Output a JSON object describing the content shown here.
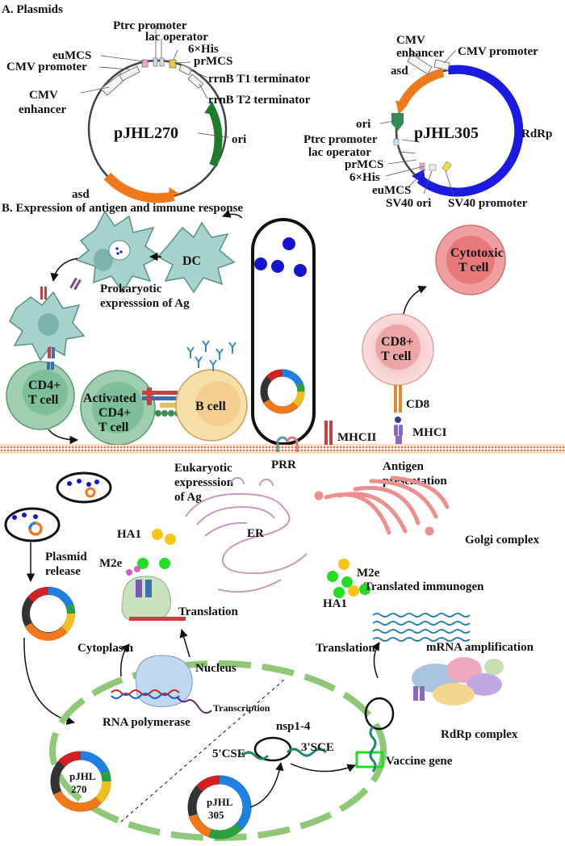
{
  "section_a": {
    "title": "A. Plasmids",
    "p270": {
      "name": "pJHL270",
      "labels": {
        "ptrc": "Ptrc promoter",
        "lac": "lac operator",
        "his": "6×His",
        "prmcs": "prMCS",
        "rrnb1": "rrnB T1 terminator",
        "rrnb2": "rrnB T2 terminator",
        "eumcs": "euMCS",
        "cmvp": "CMV promoter",
        "cmve1": "CMV",
        "cmve2": "enhancer",
        "ori": "ori",
        "asd": "asd"
      }
    },
    "p305": {
      "name": "pJHL305",
      "labels": {
        "cmve1": "CMV",
        "cmve2": "enhancer",
        "cmvp": "CMV promoter",
        "asd": "asd",
        "ori": "ori",
        "ptrc": "Ptrc promoter",
        "lac": "lac operator",
        "prmcs": "prMCS",
        "his": "6×His",
        "eumcs": "euMCS",
        "sv40ori": "SV40 ori",
        "sv40p": "SV40 promoter",
        "rdrp": "RdRp"
      }
    }
  },
  "section_b": {
    "title": "B. Expression of antigen and immune response",
    "dc": "DC",
    "prok1": "Prokaryotic",
    "prok2": "expresssion of Ag",
    "cd4_1": "CD4+",
    "cd4_2": "T cell",
    "act1": "Activated",
    "act2": "CD4+",
    "act3": "T cell",
    "bcell": "B cell",
    "mhcii": "MHCII",
    "prr": "PRR",
    "cd8_1": "CD8+",
    "cd8_2": "T cell",
    "cd8": "CD8",
    "mhci": "MHCI",
    "cyto1": "Cytotoxic",
    "cyto2": "T cell",
    "euk1": "Eukaryotic",
    "euk2": "expresssion",
    "euk3": "of Ag",
    "antigen1": "Antigen",
    "antigen2": "presentation",
    "golgi": "Golgi complex",
    "ha1": "HA1",
    "m2e": "M2e",
    "er": "ER",
    "plasmid1": "Plasmid",
    "plasmid2": "release",
    "translation": "Translation",
    "m2e_r": "M2e",
    "translated": "Translated immunogen",
    "ha1_r": "HA1",
    "cytoplasm": "Cytoplasm",
    "nucleus": "Nucleus",
    "transcription": "Transcription",
    "rnapol": "RNA polymerase",
    "nsp": "nsp1-4",
    "cse5": "5'CSE",
    "cse3": "3'SCE",
    "translation2": "Translation",
    "mrna": "mRNA amplification",
    "rdrp_complex": "RdRp complex",
    "vaccine": "Vaccine gene",
    "pjhl270a": "pJHL",
    "pjhl270b": "270",
    "pjhl305a": "pJHL",
    "pjhl305b": "305"
  },
  "colors": {
    "asd": "#f07a1a",
    "ori": "#1e7d2a",
    "rdrp": "#1a1ae0",
    "cell": "#a6d4cc",
    "cd4": "#7dbf9a",
    "bcell": "#f7e0a8",
    "cd8": "#f2b9b9",
    "cytotoxic": "#e8797b",
    "membrane": "#e07a45",
    "er": "#c79ac0",
    "golgi": "#ec8f8f",
    "nucleus_ring": "#8fc877",
    "antigen_green": "#22dd22",
    "antigen_yellow": "#f5c518",
    "blue_dot": "#1414d0"
  }
}
